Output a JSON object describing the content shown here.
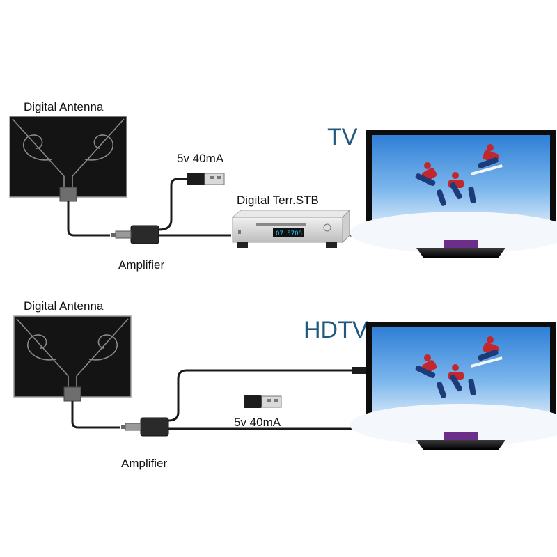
{
  "top": {
    "antenna_label": "Digital Antenna",
    "power_label": "5v 40mA",
    "stb_label": "Digital Terr.STB",
    "stb_display": "07 5708",
    "amplifier_label": "Amplifier",
    "tv_label": "TV"
  },
  "bottom": {
    "antenna_label": "Digital Antenna",
    "power_label": "5v 40mA",
    "amplifier_label": "Amplifier",
    "tv_label": "HDTV"
  },
  "colors": {
    "tv_label": "#1f5a7e",
    "cable": "#1a1a1a",
    "antenna_panel": "#141414",
    "tv_stand_accent": "#6b2f8a"
  },
  "icons": [
    "antenna-icon",
    "amplifier-icon",
    "usb-plug-icon",
    "set-top-box-icon",
    "tv-icon"
  ]
}
